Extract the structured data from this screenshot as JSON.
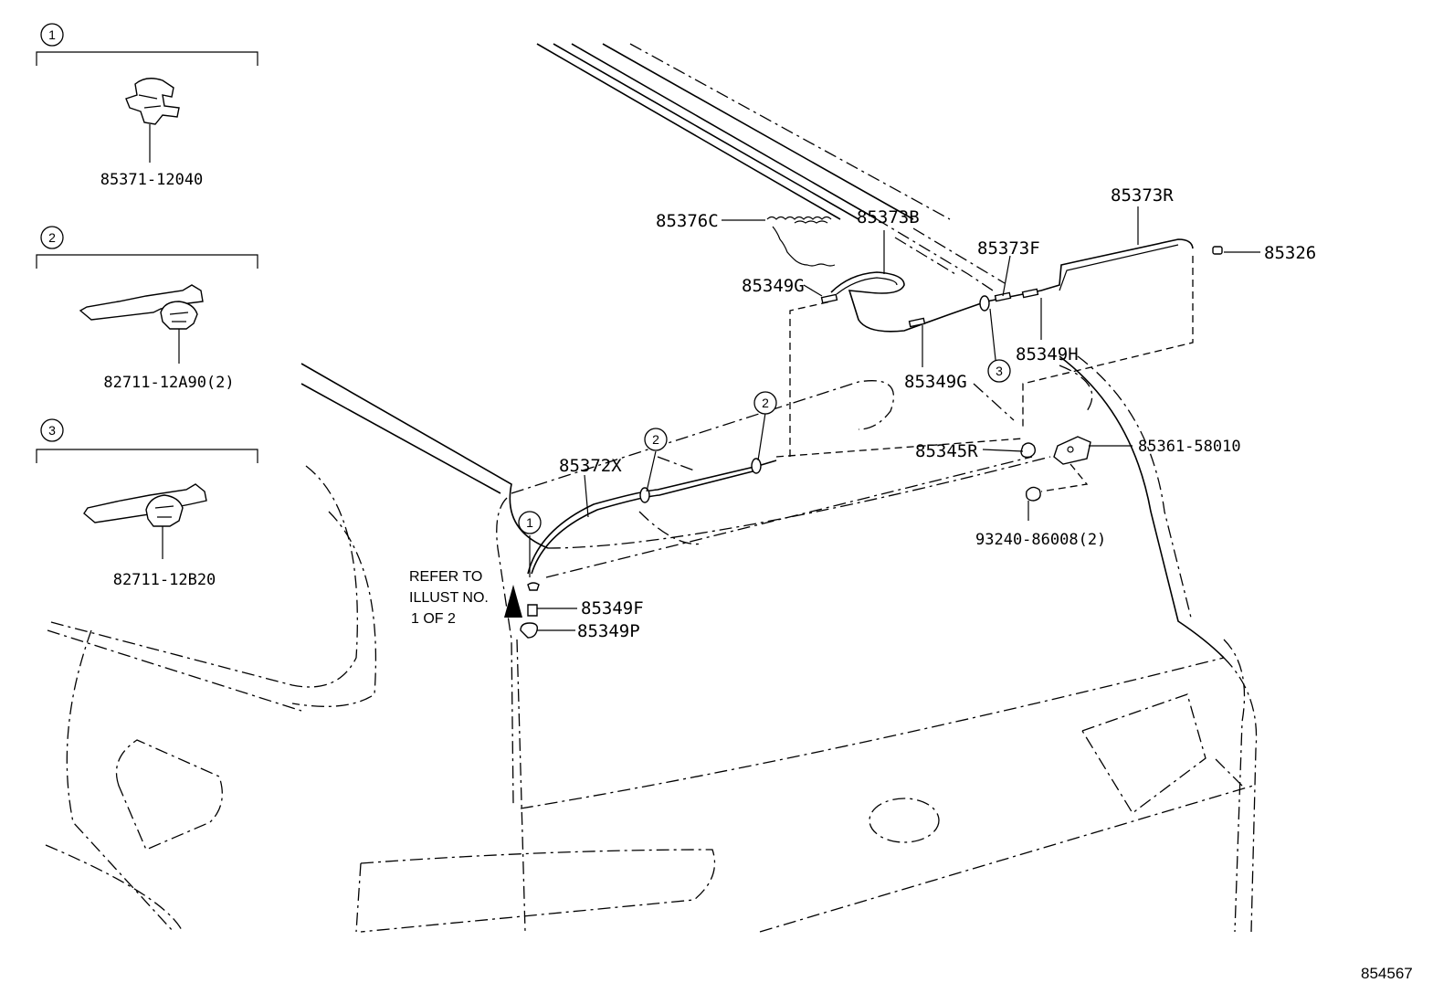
{
  "diagram": {
    "sheet_number": "854567",
    "reference_note": [
      "REFER TO",
      "ILLUST NO.",
      "1 OF 2"
    ],
    "detail_boxes": [
      {
        "index": "1",
        "part_number": "85371-12040"
      },
      {
        "index": "2",
        "part_number": "82711-12A90(2)"
      },
      {
        "index": "3",
        "part_number": "82711-12B20"
      }
    ],
    "callouts": {
      "c85376C": "85376C",
      "c85373B": "85373B",
      "c85373R": "85373R",
      "c85373F": "85373F",
      "c85326": "85326",
      "c85349G_top": "85349G",
      "c85349G_mid": "85349G",
      "c85349H": "85349H",
      "c85372X": "85372X",
      "c85345R": "85345R",
      "c85361": "85361-58010",
      "c93240": "93240-86008(2)",
      "c85349F": "85349F",
      "c85349P": "85349P"
    },
    "circle_markers": {
      "m1": "1",
      "m2a": "2",
      "m2b": "2",
      "m3": "3"
    }
  }
}
